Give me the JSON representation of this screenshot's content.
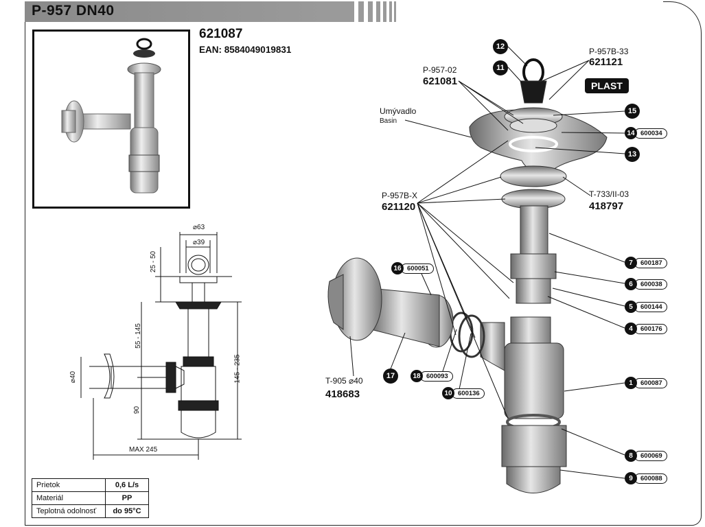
{
  "header": {
    "title": "P-957 DN40"
  },
  "product": {
    "code": "621087",
    "ean": "EAN: 8584049019831"
  },
  "dimensions": {
    "d63": "⌀63",
    "d39": "⌀39",
    "h25_50": "25 - 50",
    "h55_145": "55 - 145",
    "h145_235": "145 - 235",
    "h90": "90",
    "d40": "⌀40",
    "max245": "MAX 245"
  },
  "labels": {
    "p957b33": "P-957B-33",
    "code621121": "621121",
    "p95702": "P-957-02",
    "code621081": "621081",
    "umyvadlo": "Umývadlo",
    "basin": "Basin",
    "plast": "PLAST",
    "t733": "T-733/II-03",
    "code418797": "418797",
    "p957bx": "P-957B-X",
    "code621120": "621120",
    "t905": "T-905 ⌀40",
    "code418683": "418683"
  },
  "callouts": [
    {
      "num": "12",
      "part": ""
    },
    {
      "num": "11",
      "part": ""
    },
    {
      "num": "15",
      "part": ""
    },
    {
      "num": "14",
      "part": "600034"
    },
    {
      "num": "13",
      "part": ""
    },
    {
      "num": "7",
      "part": "600187"
    },
    {
      "num": "6",
      "part": "600038"
    },
    {
      "num": "5",
      "part": "600144"
    },
    {
      "num": "4",
      "part": "600176"
    },
    {
      "num": "16",
      "part": "600051"
    },
    {
      "num": "17",
      "part": ""
    },
    {
      "num": "18",
      "part": "600093"
    },
    {
      "num": "10",
      "part": "600136"
    },
    {
      "num": "1",
      "part": "600087"
    },
    {
      "num": "8",
      "part": "600069"
    },
    {
      "num": "9",
      "part": "600088"
    }
  ],
  "spec_table": [
    {
      "key": "Prietok",
      "value": "0,6 L/s"
    },
    {
      "key": "Materiál",
      "value": "PP"
    },
    {
      "key": "Teplotná odolnosť",
      "value": "do 95°C"
    }
  ]
}
